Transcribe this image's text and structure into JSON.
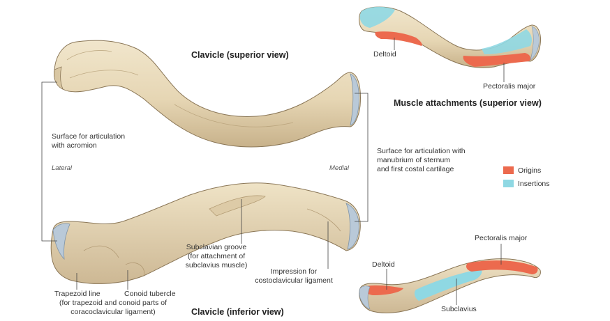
{
  "colors": {
    "bone": "#e9dcbf",
    "bone_shade": "#c9b48f",
    "bone_outline": "#8a7656",
    "cartilage": "#b9c9d8",
    "origins": "#ec6a4e",
    "insertions": "#8fd8e3",
    "leader": "#444444"
  },
  "titles": {
    "superior": "Clavicle (superior view)",
    "inferior": "Clavicle (inferior view)",
    "muscle_superior": "Muscle attachments (superior view)"
  },
  "orientation": {
    "lateral": "Lateral",
    "medial": "Medial"
  },
  "labels": {
    "acromion": [
      "Surface for articulation",
      "with acromion"
    ],
    "manubrium": [
      "Surface for articulation with",
      "manubrium of sternum",
      "and first costal cartilage"
    ],
    "subclavian_groove": [
      "Subclavian groove",
      "(for attachment of",
      "subclavius muscle)"
    ],
    "impression": [
      "Impression for",
      "costoclavicular ligament"
    ],
    "trapezoid_line": "Trapezoid line",
    "conoid_tubercle": "Conoid tubercle",
    "trap_conoid_parts": [
      "(for trapezoid and conoid parts of",
      "coracoclavicular ligament)"
    ],
    "deltoid_top": "Deltoid",
    "pectoralis_top": "Pectoralis major",
    "deltoid_bottom": "Deltoid",
    "pectoralis_bottom": "Pectoralis major",
    "subclavius": "Subclavius"
  },
  "legend": [
    {
      "label": "Origins",
      "color": "#ec6a4e"
    },
    {
      "label": "Insertions",
      "color": "#8fd8e3"
    }
  ]
}
